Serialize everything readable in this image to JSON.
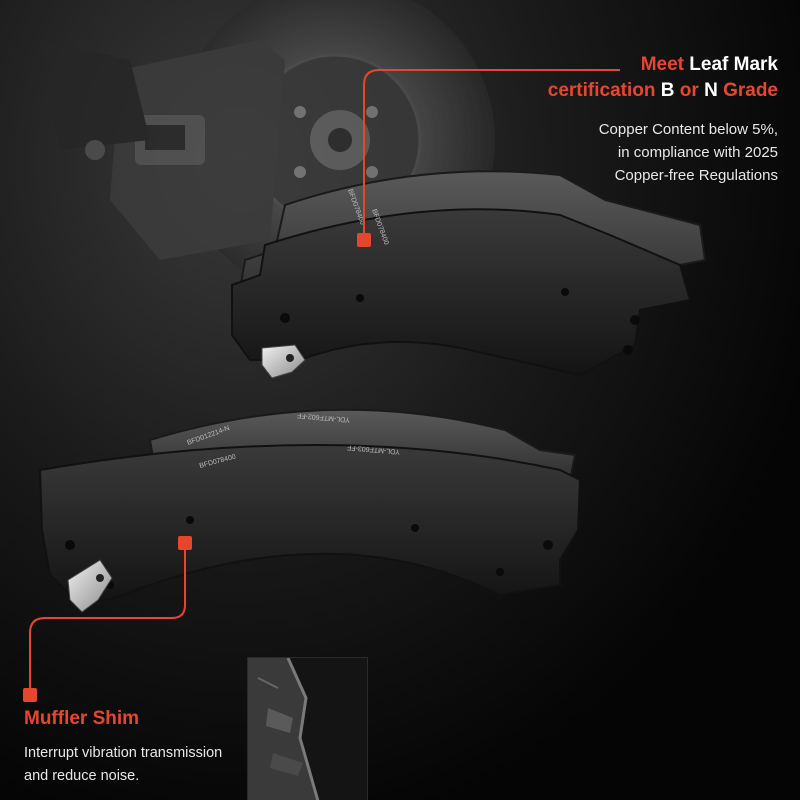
{
  "callout_top": {
    "title_line1_red": "Meet ",
    "title_line1_white": "Leaf Mark",
    "title_line2_red1": "certification ",
    "title_line2_white1": "B",
    "title_line2_red2": " or ",
    "title_line2_white2": "N",
    "title_line2_red3": " Grade",
    "body_line1": "Copper Content below 5%,",
    "body_line2": "in compliance with 2025",
    "body_line3": "Copper-free Regulations"
  },
  "callout_bottom": {
    "title": "Muffler Shim",
    "body_line1": "Interrupt vibration transmission",
    "body_line2": "and reduce noise."
  },
  "pad_markings": {
    "top_pad_1": "BFD078400",
    "top_pad_2": "BFD078400",
    "bottom_pad_1": "BFD012214-N",
    "bottom_pad_2": "YDL-MTF602-FF",
    "bottom_pad_3": "BFD078400",
    "bottom_pad_4": "YDL-MTF603-FF"
  },
  "colors": {
    "accent": "#e8462c",
    "text": "#ffffff",
    "background": "#000000"
  }
}
